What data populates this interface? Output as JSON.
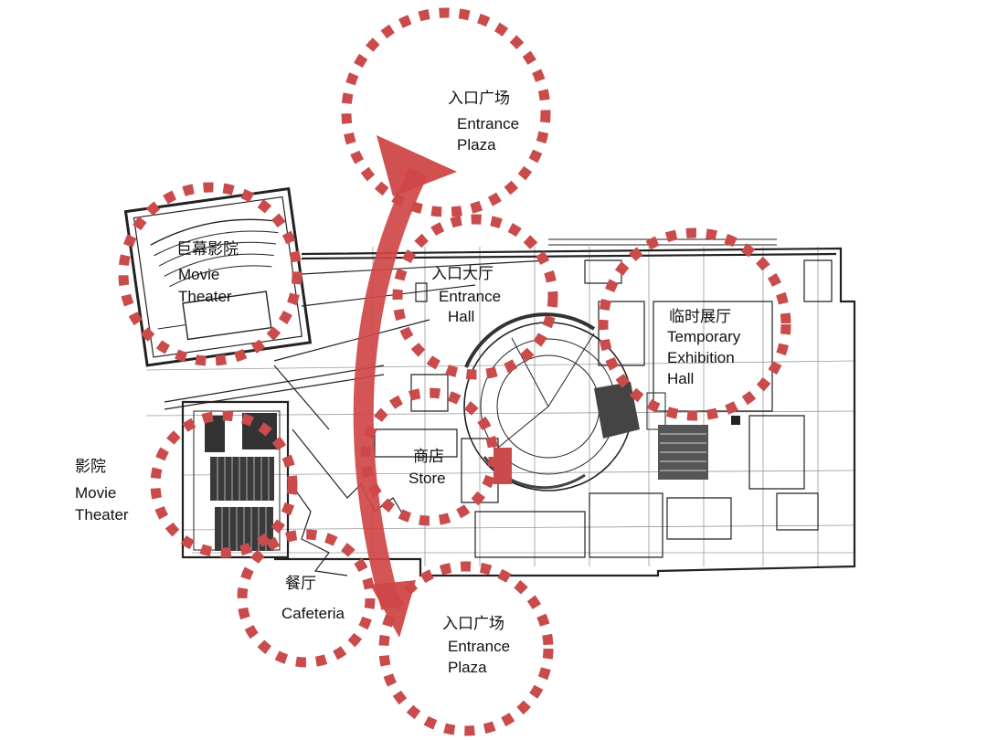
{
  "colors": {
    "zone_dots": "#c94b4b",
    "arrow": "#cf4747",
    "plan_lines": "#222222",
    "grid_lines": "#9a9a9a"
  },
  "labels": {
    "entrance_plaza_top": {
      "zh": "入口广场",
      "en1": "Entrance",
      "en2": "Plaza"
    },
    "entrance_hall": {
      "zh": "入口大厅",
      "en1": "Entrance",
      "en2": "Hall"
    },
    "imax_theater": {
      "zh": "巨幕影院",
      "en1": "Movie",
      "en2": "Theater"
    },
    "temporary_exhibition_hall": {
      "zh": "临时展厅",
      "en1": "Temporary",
      "en2": "Exhibition",
      "en3": "Hall"
    },
    "store": {
      "zh": "商店",
      "en1": "Store"
    },
    "movie_theater": {
      "zh": "影院",
      "en1": "Movie",
      "en2": "Theater"
    },
    "cafeteria": {
      "zh": "餐厅",
      "en1": "Cafeteria"
    },
    "entrance_plaza_bottom": {
      "zh": "入口广场",
      "en1": "Entrance",
      "en2": "Plaza"
    }
  }
}
